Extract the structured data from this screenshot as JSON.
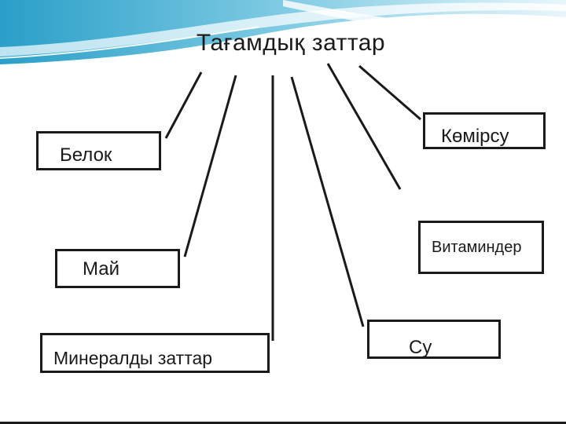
{
  "title": "Тағамдық заттар",
  "nodes": {
    "belok": "Белок",
    "may": "Май",
    "mineraldy": "Минералды заттар",
    "komirsu": "Көмірсу",
    "vitaminder": "Витаминдер",
    "su": "Су"
  },
  "colors": {
    "line": "#1a1a1a",
    "wave_light": "#bfe6f2",
    "wave_mid": "#6fc3de",
    "wave_dark": "#2a9fc8"
  }
}
